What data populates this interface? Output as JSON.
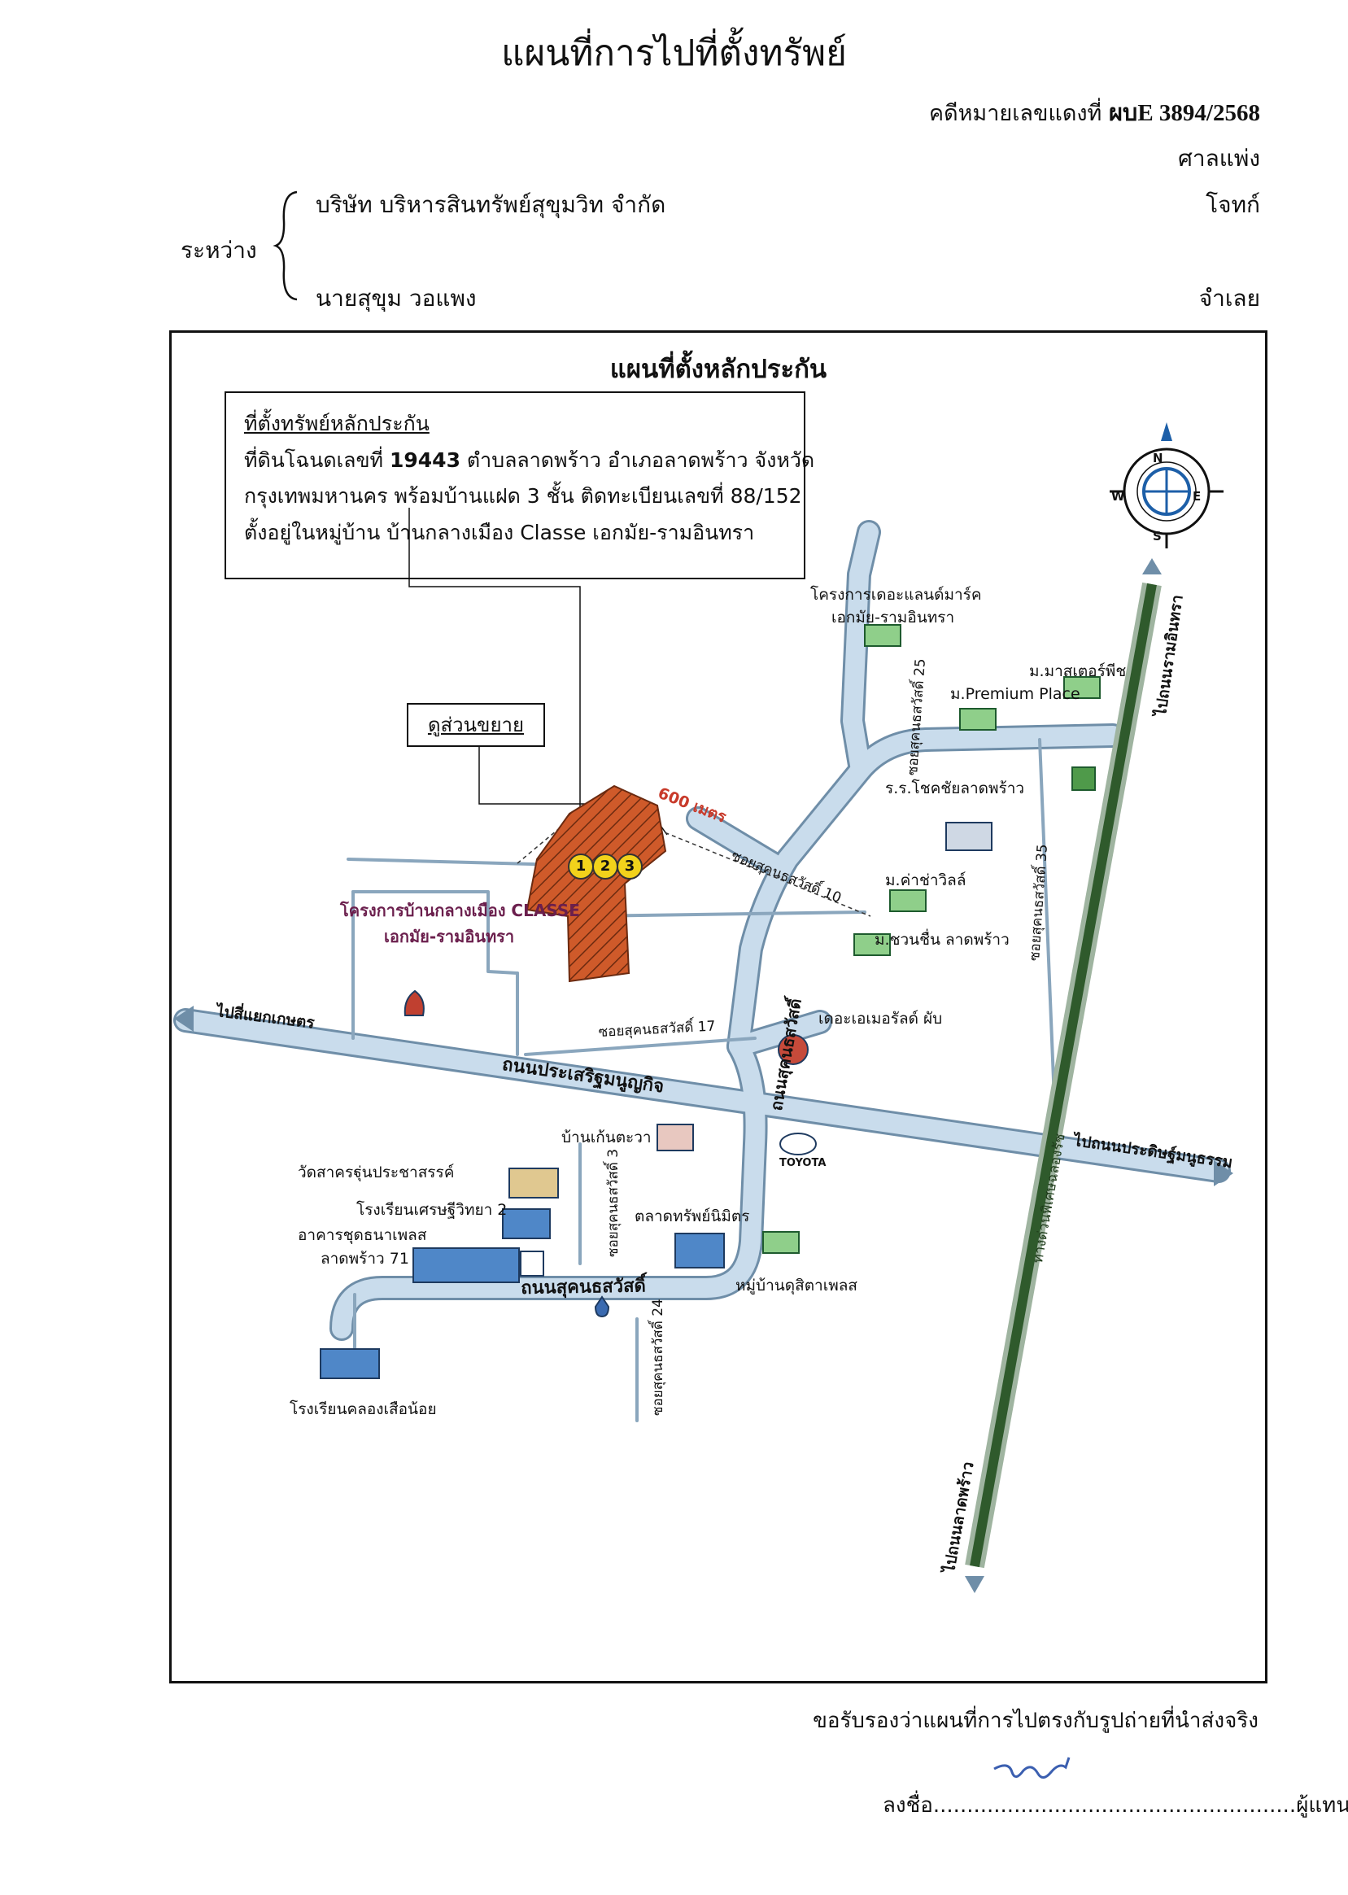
{
  "header": {
    "title": "แผนที่การไปที่ตั้งทรัพย์",
    "case_label": "คดีหมายเลขแดงที่",
    "case_number": "ผบE 3894/2568",
    "court": "ศาลแพ่ง",
    "between": "ระหว่าง",
    "plaintiff": "บริษัท บริหารสินทรัพย์สุขุมวิท จำกัด",
    "plaintiff_role": "โจทก์",
    "defendant": "นายสุขุม  วอแพง",
    "defendant_role": "จำเลย"
  },
  "map": {
    "title": "แผนที่ตั้งหลักประกัน",
    "info_box": {
      "heading": "ที่ตั้งทรัพย์หลักประกัน",
      "line1_prefix": "ที่ดินโฉนดเลขที่",
      "deed_number": "19443",
      "line1_suffix": "ตำบลลาดพร้าว อำเภอลาดพร้าว จังหวัด",
      "line2": "กรุงเทพมหานคร พร้อมบ้านแฝด 3 ชั้น ติดทะเบียนเลขที่ 88/152",
      "line3": "ตั้งอยู่ในหมู่บ้าน บ้านกลางเมือง Classe เอกมัย-รามอินทรา"
    },
    "zoom_label": "ดูส่วนขยาย",
    "distance": "600 เมตร",
    "plot_numbers": [
      "1",
      "2",
      "3"
    ],
    "project_label_1": "โครงการบ้านกลางเมือง CLASSE",
    "project_label_2": "เอกมัย-รามอินทรา",
    "roads": {
      "main_horizontal": "ถนนประเสริฐมนูญกิจ",
      "sukhon": "ถนนสุคนธสวัสดิ์",
      "sukhon_vertical": "ถนนสุคนธสวัสดิ์",
      "to_kaset": "ไปสี่แยกเกษตร",
      "to_pradit": "ไปถนนประดิษฐ์มนูธรรม",
      "to_ramintra": "ไปถนนรามอินทรา",
      "to_ladprao": "ไปถนนลาดพร้าว",
      "expressway": "ทางด่วนพิเศษฉลองรัช",
      "soi_10": "ซอยสุคนธสวัสดิ์ 10",
      "soi_17": "ซอยสุคนธสวัสดิ์ 17",
      "soi_25": "ซอยสุคนธสวัสดิ์ 25",
      "soi_35": "ซอยสุคนธสวัสดิ์ 35",
      "soi_3": "ซอยสุคนธสวัสดิ์ 3",
      "soi_24": "ซอยสุคนธสวัสดิ์ 24"
    },
    "landmarks": {
      "landmark_project_1": "โครงการเดอะแลนด์มาร์ค",
      "landmark_project_2": "เอกมัย-รามอินทรา",
      "master_peach": "ม.มาสเตอร์พีช",
      "premium_place": "ม.Premium Place",
      "school_chokchai": "ร.ร.โชคชัยลาดพร้าว",
      "cha_villa": "ม.ค่าช่าวิลล์",
      "chuanchuen": "ม.ชวนชื่น ลาดพร้าว",
      "emerald_pub": "เดอะเอเมอรัลด์ ผับ",
      "ban_khun_tawa": "บ้านเก้นตะวา",
      "toyota": "TOYOTA",
      "temple": "วัดสาครฐุ่นประชาสรรค์",
      "school_setthi": "โรงเรียนเศรษฐีวิทยา 2",
      "apartment_1": "อาคารชุดธนาเพลส",
      "apartment_2": "ลาดพร้าว 71",
      "market": "ตลาดทรัพย์นิมิตร",
      "village_dusit": "หมู่บ้านดุสิตาเพลส",
      "school_khlong": "โรงเรียนคลองเสือน้อย"
    },
    "compass": {
      "n": "N",
      "s": "S",
      "e": "E",
      "w": "W"
    },
    "colors": {
      "road_fill": "#c9dcec",
      "road_edge": "#6f8ea8",
      "expressway": "#2f5a2c",
      "plot": "#cf5a2a",
      "marker": "#f2d21b"
    }
  },
  "footer": {
    "certify": "ขอรับรองว่าแผนที่การไปตรงกับรูปถ่ายที่นำส่งจริง",
    "sign_label": "ลงชื่อ",
    "sign_dots": "......................................................",
    "sign_role": "ผู้แทนโจทก์"
  }
}
